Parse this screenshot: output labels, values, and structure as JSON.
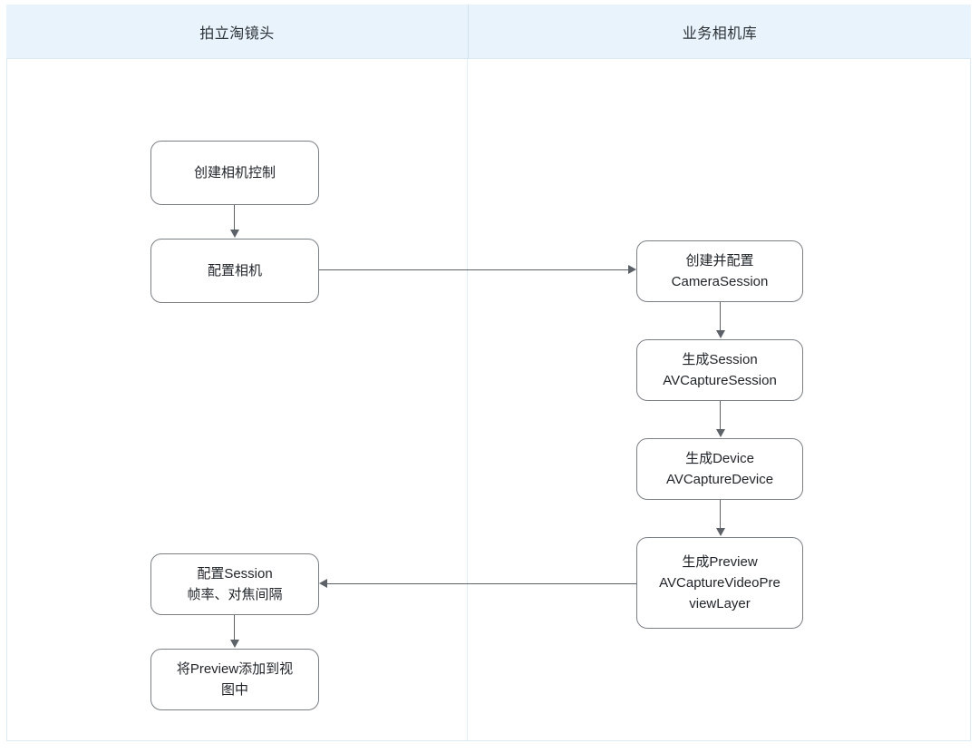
{
  "diagram": {
    "type": "swimlane-flowchart",
    "lanes": [
      {
        "id": "left",
        "title": "拍立淘镜头"
      },
      {
        "id": "right",
        "title": "业务相机库"
      }
    ],
    "colors": {
      "lane_header_bg": "#e8f3fb",
      "lane_border": "#dbe9f4",
      "node_border": "#7a7f85",
      "node_bg": "#ffffff",
      "connector": "#5d6268",
      "text": "#1f2328",
      "page_bg": "#ffffff"
    },
    "nodes": [
      {
        "id": "n1",
        "lane": "left",
        "lines": [
          "创建相机控制"
        ]
      },
      {
        "id": "n2",
        "lane": "left",
        "lines": [
          "配置相机"
        ]
      },
      {
        "id": "n3",
        "lane": "right",
        "lines": [
          "创建并配置",
          "CameraSession"
        ]
      },
      {
        "id": "n4",
        "lane": "right",
        "lines": [
          "生成Session",
          "AVCaptureSession"
        ]
      },
      {
        "id": "n5",
        "lane": "right",
        "lines": [
          "生成Device",
          "AVCaptureDevice"
        ]
      },
      {
        "id": "n6",
        "lane": "right",
        "lines": [
          "生成Preview",
          "AVCaptureVideoPre",
          "viewLayer"
        ]
      },
      {
        "id": "n7",
        "lane": "left",
        "lines": [
          "配置Session",
          "帧率、对焦间隔"
        ]
      },
      {
        "id": "n8",
        "lane": "left",
        "lines": [
          "将Preview添加到视",
          "图中"
        ]
      }
    ],
    "edges": [
      {
        "from": "n1",
        "to": "n2",
        "direction": "down"
      },
      {
        "from": "n2",
        "to": "n3",
        "direction": "right"
      },
      {
        "from": "n3",
        "to": "n4",
        "direction": "down"
      },
      {
        "from": "n4",
        "to": "n5",
        "direction": "down"
      },
      {
        "from": "n5",
        "to": "n6",
        "direction": "down"
      },
      {
        "from": "n6",
        "to": "n7",
        "direction": "left"
      },
      {
        "from": "n7",
        "to": "n8",
        "direction": "down"
      }
    ]
  }
}
